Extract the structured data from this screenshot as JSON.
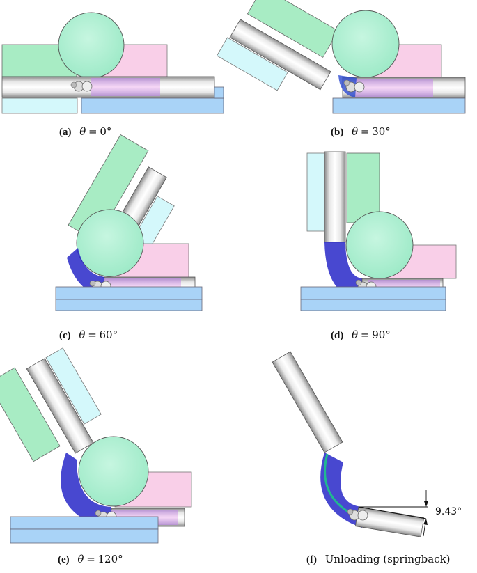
{
  "colors": {
    "roller": "#b2f2d8",
    "clamp_green": "#a8ecc4",
    "pressure_pink": "#f9cfe8",
    "wiper_cyan": "#d4f8fb",
    "bed_blue": "#a9d3f7",
    "tube_light": "#f4f4f4",
    "tube_dark": "#9a9a9a",
    "strain_blue": "#2020c8",
    "strain_teal": "#20b890",
    "mandrel_magenta": "#f0c4f4"
  },
  "panels": [
    {
      "label": "(a)",
      "theta_symbol": "θ",
      "equals": "=",
      "value": "0°"
    },
    {
      "label": "(b)",
      "theta_symbol": "θ",
      "equals": "=",
      "value": "30°"
    },
    {
      "label": "(c)",
      "theta_symbol": "θ",
      "equals": "=",
      "value": "60°"
    },
    {
      "label": "(d)",
      "theta_symbol": "θ",
      "equals": "=",
      "value": "90°"
    },
    {
      "label": "(e)",
      "theta_symbol": "θ",
      "equals": "=",
      "value": "120°"
    },
    {
      "label": "(f)",
      "text": "Unloading (springback)"
    }
  ],
  "springback_angle": "9.43°"
}
